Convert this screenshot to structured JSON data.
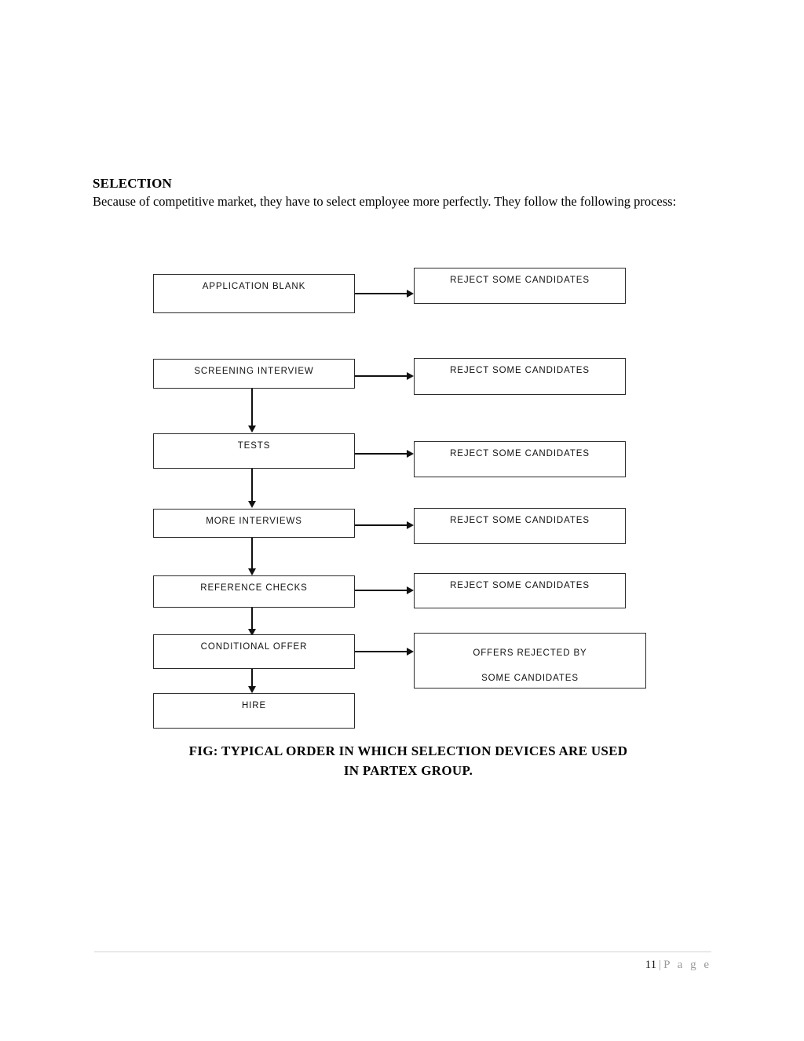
{
  "document": {
    "section_title": "SELECTION",
    "body_paragraph": "Because of competitive market, they have to select employee more perfectly. They follow the following process:",
    "figure_caption_line1": "FIG: TYPICAL  ORDER IN WHICH SELECTION  DEVICES ARE USED",
    "figure_caption_line2": "IN PARTEX  GROUP."
  },
  "flowchart": {
    "process_steps": [
      {
        "label": "APPLICATION BLANK"
      },
      {
        "label": "SCREENING INTERVIEW"
      },
      {
        "label": "TESTS"
      },
      {
        "label": "MORE INTERVIEWS"
      },
      {
        "label": "REFERENCE CHECKS"
      },
      {
        "label": "CONDITIONAL OFFER"
      },
      {
        "label": "HIRE"
      }
    ],
    "outcome_boxes": [
      {
        "label": "REJECT SOME CANDIDATES"
      },
      {
        "label": "REJECT SOME CANDIDATES"
      },
      {
        "label": "REJECT SOME CANDIDATES"
      },
      {
        "label": "REJECT SOME CANDIDATES"
      },
      {
        "label": "REJECT SOME CANDIDATES"
      },
      {
        "label_line1": "OFFERS REJECTED BY",
        "label_line2": "SOME CANDIDATES"
      }
    ]
  },
  "footer": {
    "page_number": "11",
    "separator": "|",
    "page_word": "P a g e"
  }
}
